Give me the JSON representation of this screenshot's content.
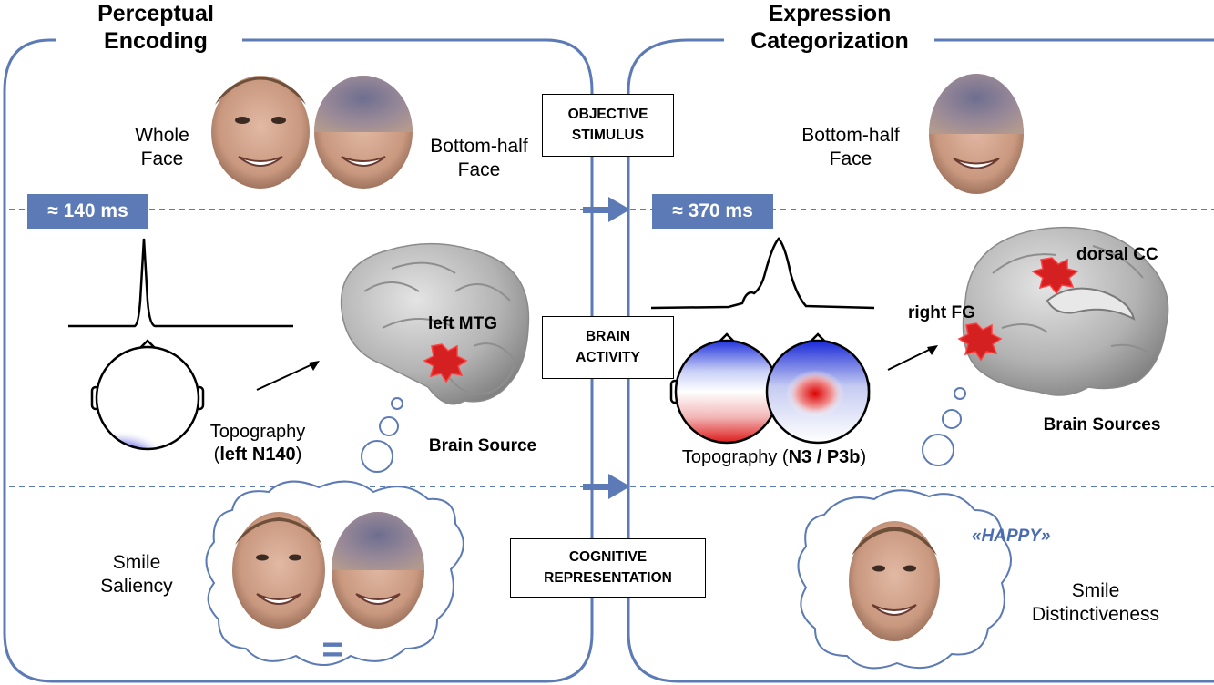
{
  "panels": {
    "left": {
      "title_line1": "Perceptual",
      "title_line2": "Encoding",
      "face_label_1_line1": "Whole",
      "face_label_1_line2": "Face",
      "face_label_2_line1": "Bottom-half",
      "face_label_2_line2": "Face",
      "time_badge": "≈ 140 ms",
      "region_label": "left MTG",
      "topography_line1": "Topography",
      "topography_open": "(",
      "topography_bold": "left N140",
      "topography_close": ")",
      "source_label": "Brain Source",
      "cognition_line1": "Smile",
      "cognition_line2": "Saliency",
      "equals_symbol": "="
    },
    "right": {
      "title_line1": "Expression",
      "title_line2": "Categorization",
      "face_label_line1": "Bottom-half",
      "face_label_line2": "Face",
      "time_badge": "≈ 370 ms",
      "region_label_1": "dorsal CC",
      "region_label_2": "right FG",
      "topography_prefix": "Topography (",
      "topography_bold": "N3 / P3b",
      "topography_close": ")",
      "source_label": "Brain Sources",
      "thought_word": "«HAPPY»",
      "cognition_line1": "Smile",
      "cognition_line2": "Distinctiveness"
    }
  },
  "center_boxes": {
    "stimulus_line1": "OBJECTIVE",
    "stimulus_line2": "STIMULUS",
    "brain_line1": "BRAIN",
    "brain_line2": "ACTIVITY",
    "cognitive_line1": "COGNITIVE",
    "cognitive_line2": "REPRESENTATION"
  },
  "colors": {
    "frame_blue": "#5b7ab6",
    "badge_blue": "#5b7ab6",
    "happy_blue": "#4a6cb0",
    "activation_red": "#e02020",
    "topo_blue": "#1a1adc",
    "skin": "#c9987f",
    "brain_gray": "#a8a8a8"
  },
  "icons": {
    "face": "face-photo",
    "brain": "brain-3d-render",
    "scalp": "head-topography-map"
  }
}
